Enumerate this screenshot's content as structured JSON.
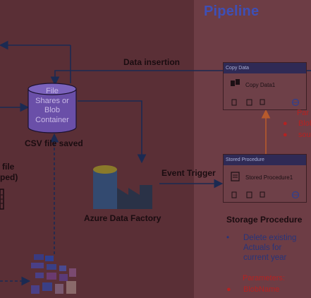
{
  "pipeline": {
    "title": "Pipeline"
  },
  "labels": {
    "data_insertion": "Data insertion",
    "event_trigger": "Event Trigger",
    "csv_saved": "CSV file saved",
    "adf": "Azure Data Factory",
    "storage_procedure": "Storage Procedure",
    "file_partial_1": "file",
    "file_partial_2": "ped)"
  },
  "container": {
    "lines": [
      "File",
      "Shares or",
      "Blob",
      "Container"
    ]
  },
  "copy_data_card": {
    "header": "Copy Data",
    "name": "Copy Data1"
  },
  "stored_proc_card": {
    "header": "Stored Procedure",
    "name": "Stored Procedure1"
  },
  "copy_params": {
    "partial_label": "Par",
    "items": [
      "Blob",
      "sou"
    ]
  },
  "storage_proc": {
    "description": "Delete existing Actuals for current year",
    "params_label": "Parameters:",
    "params": [
      "BlobName"
    ]
  },
  "colors": {
    "arrow_dark": "#1b2a52",
    "arrow_orange": "#b75a2c",
    "param_red": "#b52222",
    "card_header": "#2f2a55"
  }
}
